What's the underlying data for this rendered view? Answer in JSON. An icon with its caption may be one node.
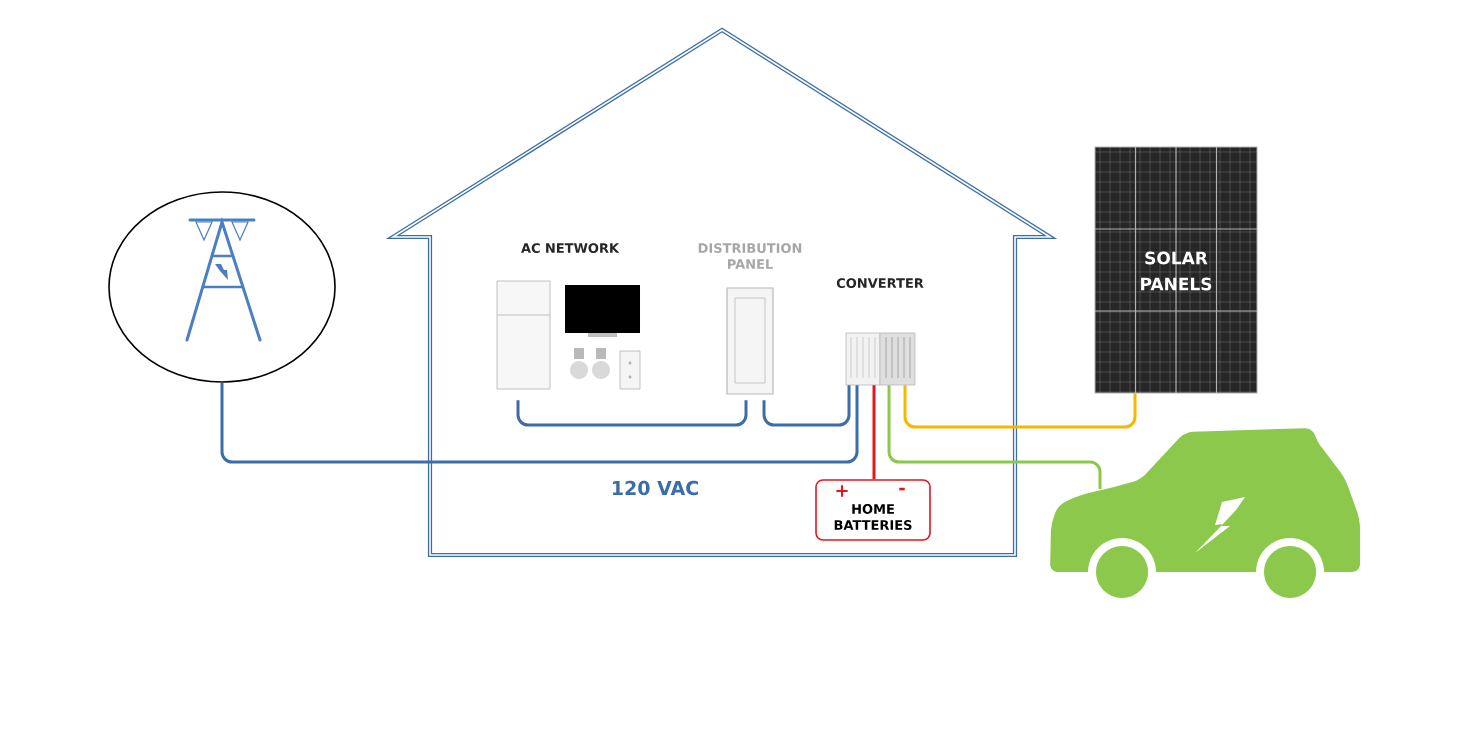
{
  "diagram": {
    "nodes": [
      {
        "text": [],
        "shape": "house"
      },
      {
        "text": [],
        "shape": "circle"
      },
      {
        "text": [
          "AC NETWORK"
        ],
        "in": 0
      },
      {
        "text": [
          "DISTRIBUTION PANEL"
        ],
        "in": 0
      },
      {
        "text": [
          "CONVERTER"
        ],
        "in": 0
      },
      {
        "text": [
          "+",
          "-",
          "HOME BATTERIES"
        ],
        "in": 0
      },
      {
        "text": [
          "SOLAR PANELS"
        ]
      },
      {
        "text": [],
        "shape": "picture"
      }
    ],
    "edges": [
      {
        "from": 1,
        "to": 4,
        "arrow": "none",
        "label": "120 VAC"
      },
      {
        "from": 2,
        "to": 3,
        "arrow": "none"
      },
      {
        "from": 3,
        "to": 4,
        "arrow": "none"
      },
      {
        "from": 4,
        "to": 5,
        "arrow": "none",
        "color": "#e8141c"
      },
      {
        "from": 4,
        "to": 6,
        "arrow": "none",
        "color": "#f5b800"
      },
      {
        "from": 4,
        "to": 7,
        "arrow": "none",
        "color": "#8cc84b"
      }
    ]
  }
}
